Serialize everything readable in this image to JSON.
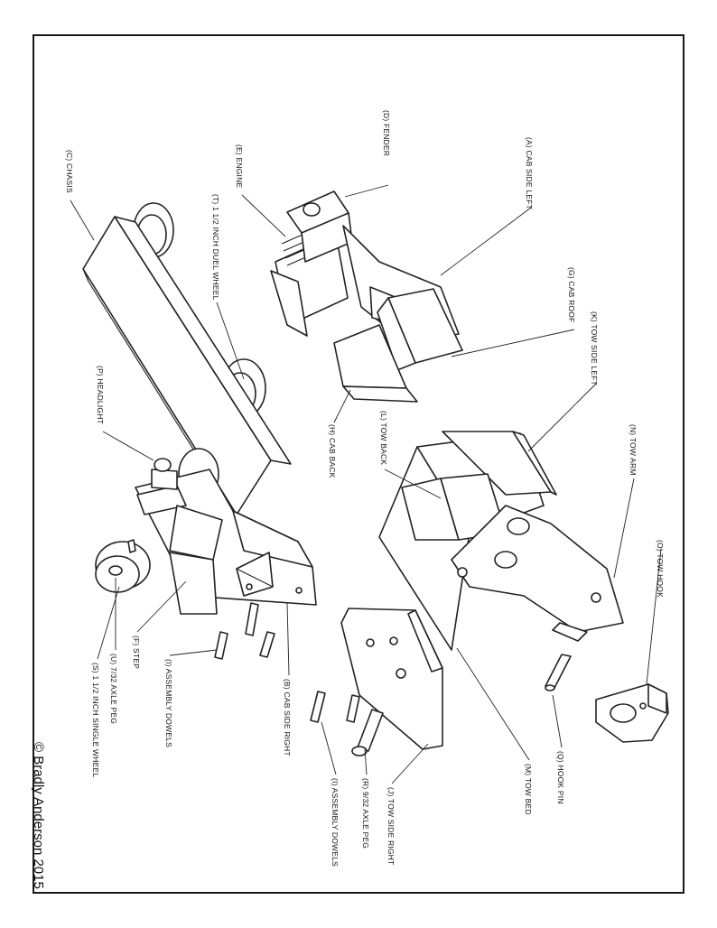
{
  "labels": {
    "chassis": "(C) CHASIS",
    "engine": "(E) ENGINE",
    "dual_wheel": "(T) 1 1/2 INCH DUEL WHEEL",
    "fender": "(D) FENDER",
    "cab_side_left": "(A) CAB SIDE LEFT",
    "cab_roof": "(G) CAB ROOF",
    "tow_side_left": "(K) TOW SIDE LEFT",
    "headlight": "(P) HEADLIGHT",
    "cab_back": "(H) CAB BACK",
    "tow_back": "(L) TOW BACK",
    "tow_arm": "(N) TOW ARM",
    "tow_hook": "(O) TOW HOOK",
    "single_wheel": "(S) 1 1/2 INCH SINGLE WHEEL",
    "axle_peg_7_32": "(U) 7/32 AXLE PEG",
    "step": "(F) STEP",
    "assembly_dowels_1": "(I) ASSEMBLY DOWELS",
    "cab_side_right": "(B) CAB SIDE RIGHT",
    "assembly_dowels_2": "(I) ASSEMBLY DOWELS",
    "axle_peg_9_32": "(R) 9/32 AXLE PEG",
    "tow_side_right": "(J) TOW SIDE RIGHT",
    "tow_bed": "(M) TOW BED",
    "hook_pin": "(Q) HOOK PIN"
  },
  "copyright": "© Bradly Anderson 2015"
}
